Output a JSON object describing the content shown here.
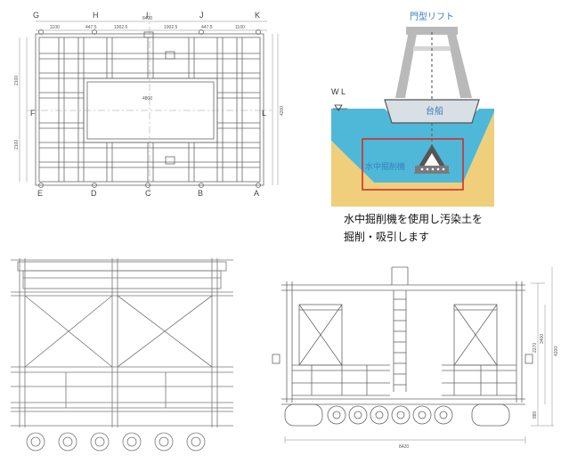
{
  "plan": {
    "axis_top": [
      "G",
      "H",
      "I",
      "J",
      "K"
    ],
    "axis_bottom": [
      "E",
      "D",
      "C",
      "B",
      "A"
    ],
    "axis_left": "F",
    "axis_right": "L",
    "dim_top_total": "8400",
    "dim_top_parts": [
      "1100",
      "447.5",
      "1002.5",
      "1002.5",
      "447.5",
      "1100"
    ],
    "dim_left": [
      "2100",
      "2100"
    ],
    "dim_right": "4200",
    "dim_inner": "4800"
  },
  "section": {
    "title_lift": "門型リフト",
    "label_wl": "W L",
    "label_barge": "台船",
    "label_excavator": "水中掘削機",
    "caption_line1": "水中掘削機を使用し汚染土を",
    "caption_line2": "掘削・吸引します"
  },
  "elevation": {
    "dim_bottom": "8420",
    "dim_right_total": "4200",
    "dim_right_parts": [
      "2270",
      "3400",
      "880"
    ]
  },
  "colors": {
    "water": "#4fb8d8",
    "sand": "#efcf7c",
    "barge": "#d8dfe5",
    "highlight": "#d9241f",
    "lift_gray": "#b9b9b9",
    "line": "#555555"
  }
}
